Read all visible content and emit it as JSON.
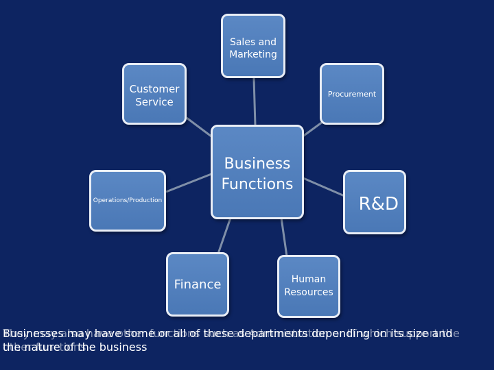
{
  "diagram": {
    "nodes": {
      "sales": "Sales and\nMarketing",
      "customer_service": "Customer\nService",
      "procurement": "Procurement",
      "center": "Business\nFunctions",
      "operations": "Operations/Production",
      "rd": "R&D",
      "finance": "Finance",
      "hr": "Human\nResources"
    },
    "colors": {
      "background": "#0d2461",
      "node_fill": "#4f7fbe",
      "node_border": "#e9eef6",
      "connector": "#7f8fa8"
    }
  },
  "description": {
    "line1": "Businesses may have some or all of these departments depending on its size and",
    "line2": "the nature of the business",
    "overlay_line1": "They may also have other functions such as Administration or IT which support the",
    "overlay_line2": "other functions"
  }
}
